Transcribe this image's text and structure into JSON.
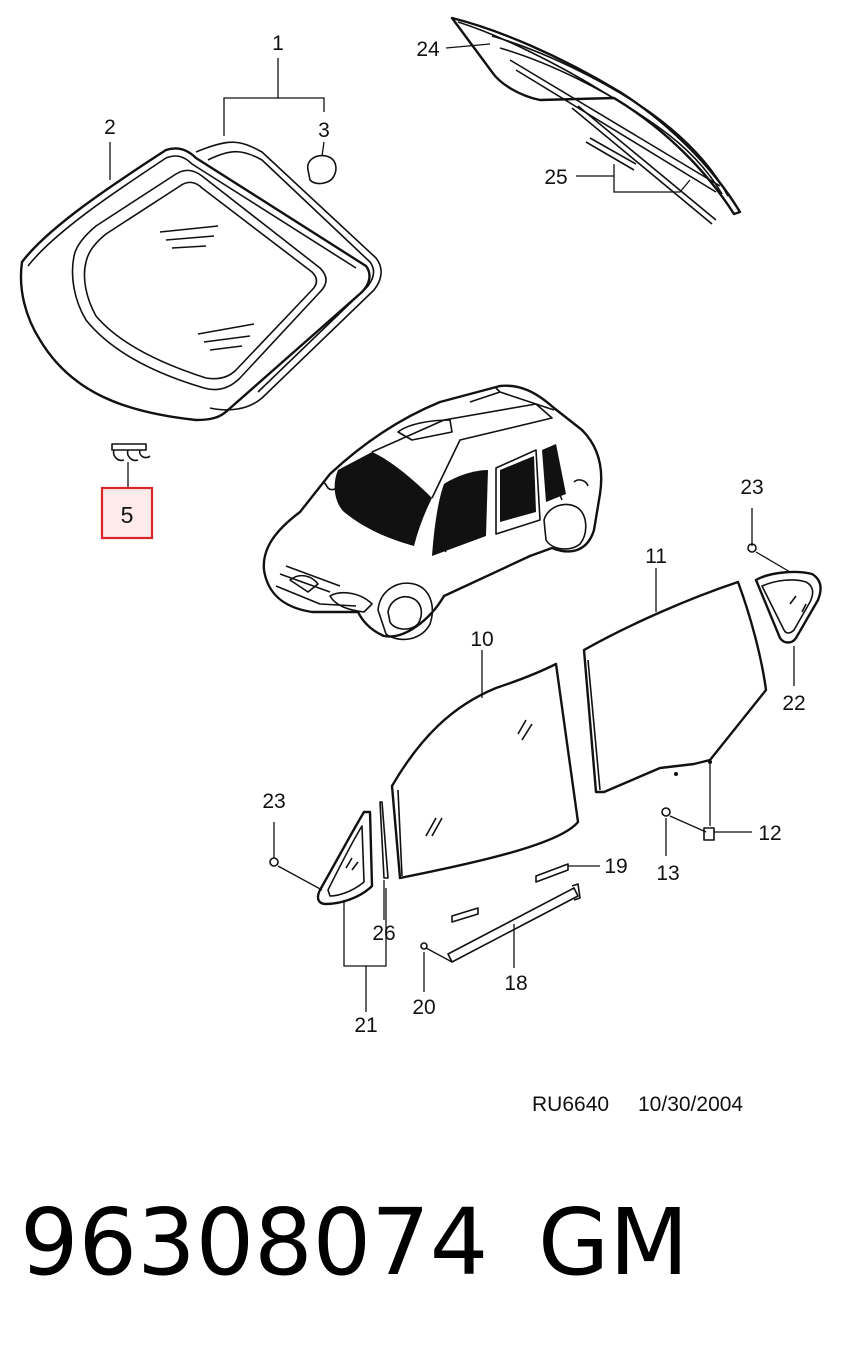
{
  "callouts": {
    "c1": "1",
    "c2": "2",
    "c3": "3",
    "c5": "5",
    "c10": "10",
    "c11": "11",
    "c12": "12",
    "c13": "13",
    "c18": "18",
    "c19": "19",
    "c20": "20",
    "c21": "21",
    "c22": "22",
    "c23a": "23",
    "c23b": "23",
    "c24": "24",
    "c25": "25",
    "c26": "26"
  },
  "highlighted_callout": "5",
  "reference": {
    "code": "RU6640",
    "date": "10/30/2004"
  },
  "footer": {
    "part_number": "96308074",
    "brand": "GM"
  },
  "colors": {
    "highlight_border": "#d8262c",
    "highlight_fill": "#fdeaea"
  }
}
